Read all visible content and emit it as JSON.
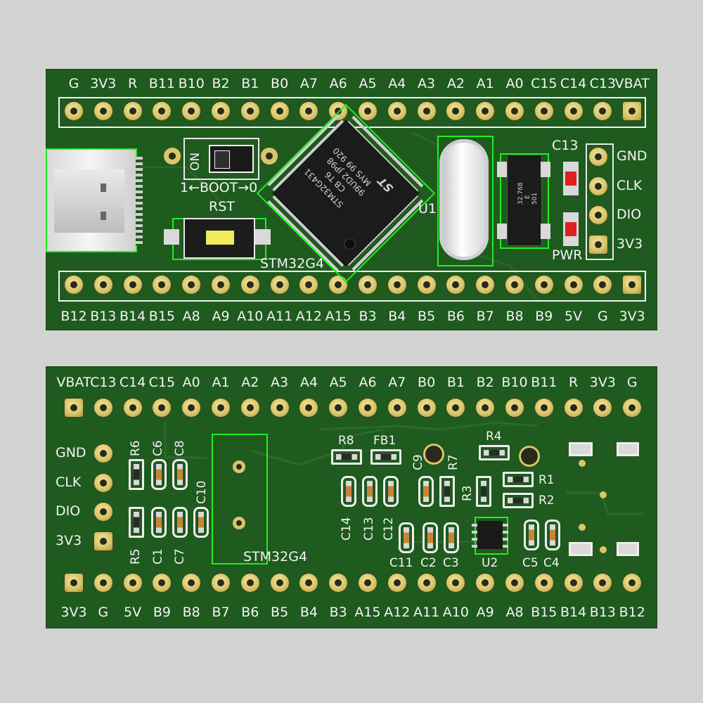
{
  "top_board": {
    "top_row_pins": [
      "G",
      "3V3",
      "R",
      "B11",
      "B10",
      "B2",
      "B1",
      "B0",
      "A7",
      "A6",
      "A5",
      "A4",
      "A3",
      "A2",
      "A1",
      "A0",
      "C15",
      "C14",
      "C13",
      "VBAT"
    ],
    "bottom_row_pins": [
      "B12",
      "B13",
      "B14",
      "B15",
      "A8",
      "A9",
      "A10",
      "A11",
      "A12",
      "A15",
      "B3",
      "B4",
      "B5",
      "B6",
      "B7",
      "B8",
      "B9",
      "5V",
      "G",
      "3V3"
    ],
    "swd_pins": [
      "GND",
      "CLK",
      "DIO",
      "3V3"
    ],
    "boot_label": "1←BOOT→0",
    "switch_text": "ON",
    "rst_label": "RST",
    "mcu_label": "STM32G4",
    "chip_marking": [
      "STM32G431",
      "CB T6",
      "99UD2 JP98",
      "MYS 99 920"
    ],
    "st_logo": "ST",
    "u1_label": "U1",
    "c13_label": "C13",
    "pwr_label": "PWR",
    "crystal_marking": "32.768",
    "crystal_marking2": "E",
    "crystal_marking3": "501"
  },
  "bottom_board": {
    "top_row_pins": [
      "VBAT",
      "C13",
      "C14",
      "C15",
      "A0",
      "A1",
      "A2",
      "A3",
      "A4",
      "A5",
      "A6",
      "A7",
      "B0",
      "B1",
      "B2",
      "B10",
      "B11",
      "R",
      "3V3",
      "G"
    ],
    "bottom_row_pins": [
      "3V3",
      "G",
      "5V",
      "B9",
      "B8",
      "B7",
      "B6",
      "B5",
      "B4",
      "B3",
      "A15",
      "A12",
      "A11",
      "A10",
      "A9",
      "A8",
      "B15",
      "B14",
      "B13",
      "B12"
    ],
    "swd_pins": [
      "GND",
      "CLK",
      "DIO",
      "3V3"
    ],
    "mcu_label": "STM32G4",
    "component_labels": {
      "r6": "R6",
      "c6": "C6",
      "c8": "C8",
      "c10": "C10",
      "r5": "R5",
      "c1": "C1",
      "c7": "C7",
      "r8": "R8",
      "fb1": "FB1",
      "r4": "R4",
      "c9": "C9",
      "r7": "R7",
      "r3": "R3",
      "r1": "R1",
      "r2": "R2",
      "c14": "C14",
      "c13": "C13",
      "c12": "C12",
      "c11": "C11",
      "c2": "C2",
      "c3": "C3",
      "u2": "U2",
      "c5": "C5",
      "c4": "C4"
    }
  },
  "colors": {
    "board": "#1f5a1f",
    "silk": "#f3f3f3",
    "courtyard": "#22ee22",
    "pad": "#d9c56a",
    "background": "#d3d3d3"
  }
}
